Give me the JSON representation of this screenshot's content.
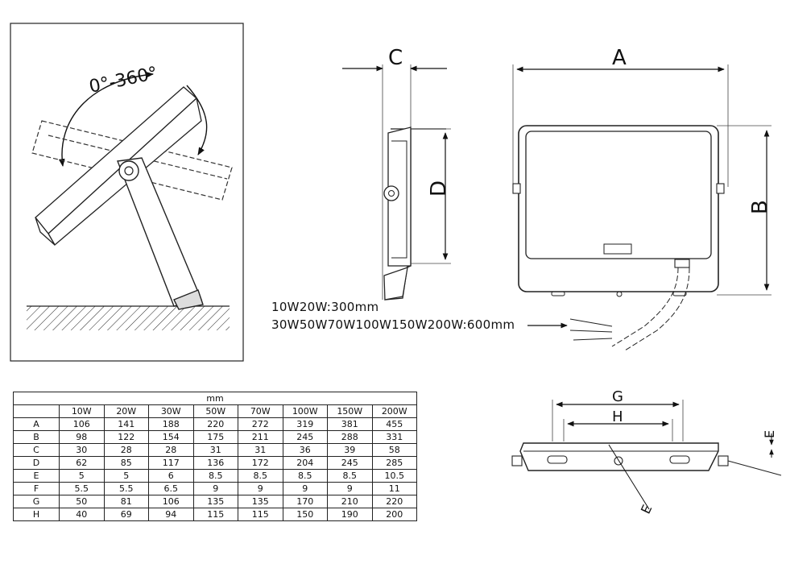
{
  "rotation_label": "0°-360°",
  "side_view": {
    "dim_c": "C",
    "dim_d": "D"
  },
  "front_view": {
    "dim_a": "A",
    "dim_b": "B"
  },
  "cable_notes": [
    "10W20W:300mm",
    "30W50W70W100W150W200W:600mm"
  ],
  "bottom_view": {
    "dim_g": "G",
    "dim_h": "H",
    "dim_e_right": "E",
    "dim_e_diag": "E"
  },
  "table": {
    "unit": "mm",
    "columns": [
      "10W",
      "20W",
      "30W",
      "50W",
      "70W",
      "100W",
      "150W",
      "200W"
    ],
    "rows": [
      {
        "label": "A",
        "values": [
          "106",
          "141",
          "188",
          "220",
          "272",
          "319",
          "381",
          "455"
        ]
      },
      {
        "label": "B",
        "values": [
          "98",
          "122",
          "154",
          "175",
          "211",
          "245",
          "288",
          "331"
        ]
      },
      {
        "label": "C",
        "values": [
          "30",
          "28",
          "28",
          "31",
          "31",
          "36",
          "39",
          "58"
        ]
      },
      {
        "label": "D",
        "values": [
          "62",
          "85",
          "117",
          "136",
          "172",
          "204",
          "245",
          "285"
        ]
      },
      {
        "label": "E",
        "values": [
          "5",
          "5",
          "6",
          "8.5",
          "8.5",
          "8.5",
          "8.5",
          "10.5"
        ]
      },
      {
        "label": "F",
        "values": [
          "5.5",
          "5.5",
          "6.5",
          "9",
          "9",
          "9",
          "9",
          "11"
        ]
      },
      {
        "label": "G",
        "values": [
          "50",
          "81",
          "106",
          "135",
          "135",
          "170",
          "210",
          "220"
        ]
      },
      {
        "label": "H",
        "values": [
          "40",
          "69",
          "94",
          "115",
          "115",
          "150",
          "190",
          "200"
        ]
      }
    ]
  }
}
